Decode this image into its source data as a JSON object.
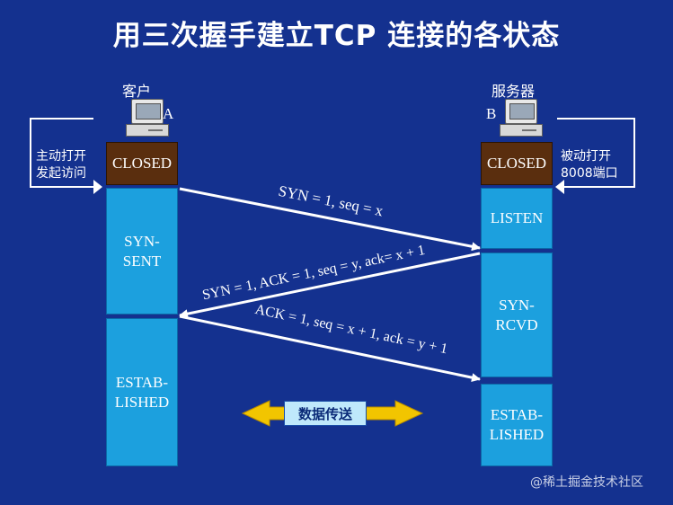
{
  "title": "用三次握手建立TCP 连接的各状态",
  "client": {
    "label": "客户",
    "letter": "A",
    "note": "主动打开\n发起访问",
    "states": [
      "CLOSED",
      "SYN-\nSENT",
      "ESTAB-\nLISHED"
    ]
  },
  "server": {
    "label": "服务器",
    "letter": "B",
    "note": "被动打开\n8008端口",
    "states": [
      "CLOSED",
      "LISTEN",
      "SYN-\nRCVD",
      "ESTAB-\nLISHED"
    ]
  },
  "messages": [
    {
      "text": "SYN = 1, seq = x",
      "direction": "A→B"
    },
    {
      "text": "SYN = 1, ACK = 1, seq = y, ack= x + 1",
      "direction": "B→A"
    },
    {
      "text": "ACK = 1, seq = x + 1, ack = y + 1",
      "direction": "A→B"
    }
  ],
  "transfer": {
    "label": "数据传送"
  },
  "watermark": "@稀土掘金技术社区",
  "colors": {
    "background": "#14318f",
    "closed_box": "#5a2e0e",
    "state_box": "#1ca0de",
    "arrow": "#ffffff",
    "transfer_arrow": "#f2c500",
    "transfer_label_bg": "#bfe8fb"
  }
}
